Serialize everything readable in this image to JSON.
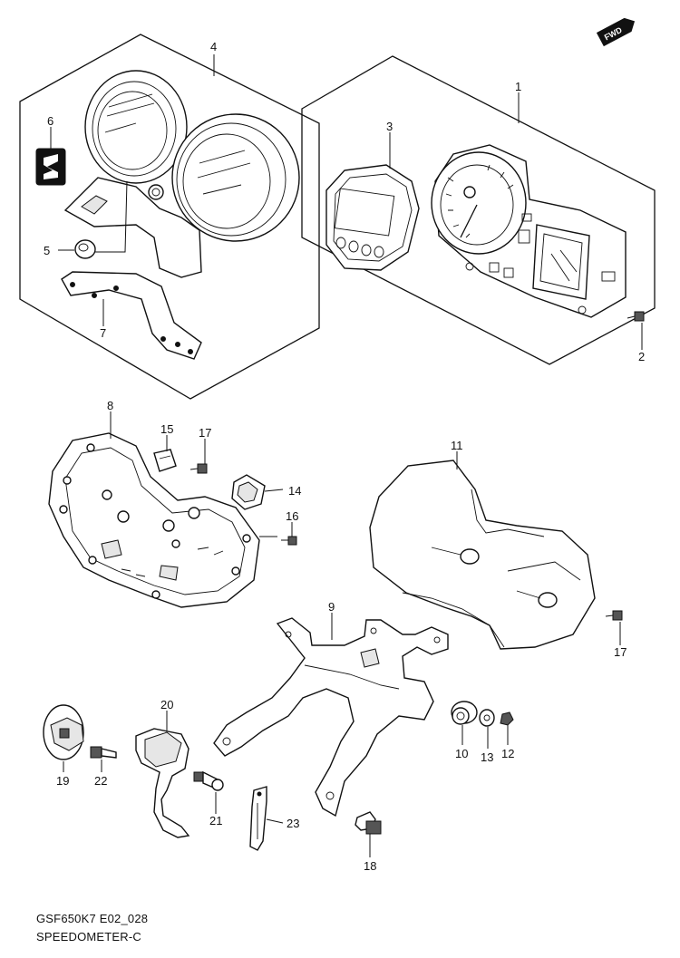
{
  "diagram": {
    "fwd_badge": "FWD",
    "footer": {
      "code": "GSF650K7 E02_028",
      "title": "SPEEDOMETER-C"
    },
    "callouts": {
      "c1": "1",
      "c2": "2",
      "c3": "3",
      "c4": "4",
      "c5": "5",
      "c6": "6",
      "c7": "7",
      "c8": "8",
      "c9": "9",
      "c10": "10",
      "c11": "11",
      "c12": "12",
      "c13": "13",
      "c14": "14",
      "c15": "15",
      "c16": "16",
      "c17a": "17",
      "c17b": "17",
      "c18": "18",
      "c19": "19",
      "c20": "20",
      "c21": "21",
      "c22": "22",
      "c23": "23"
    }
  }
}
